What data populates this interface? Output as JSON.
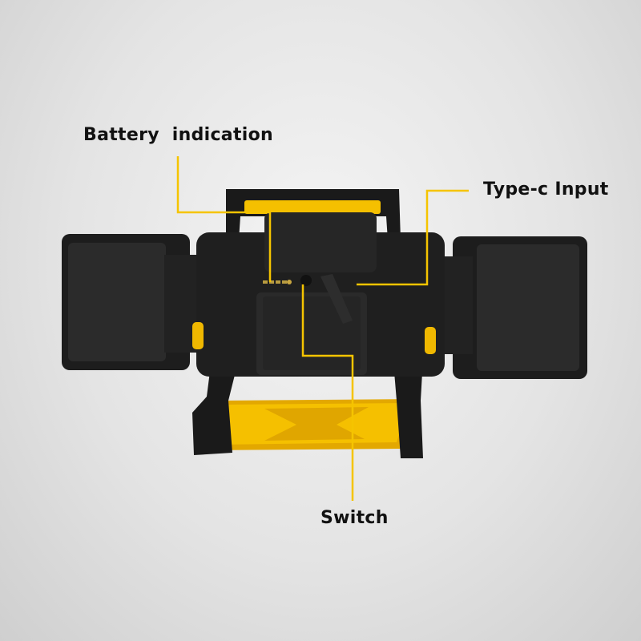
{
  "labels": {
    "battery": "Battery  indication",
    "typec": "Type-c Input",
    "switch": "Switch"
  },
  "colors": {
    "accent": "#f5c400",
    "device_body": "#1c1c1c",
    "panel": "#262626"
  }
}
